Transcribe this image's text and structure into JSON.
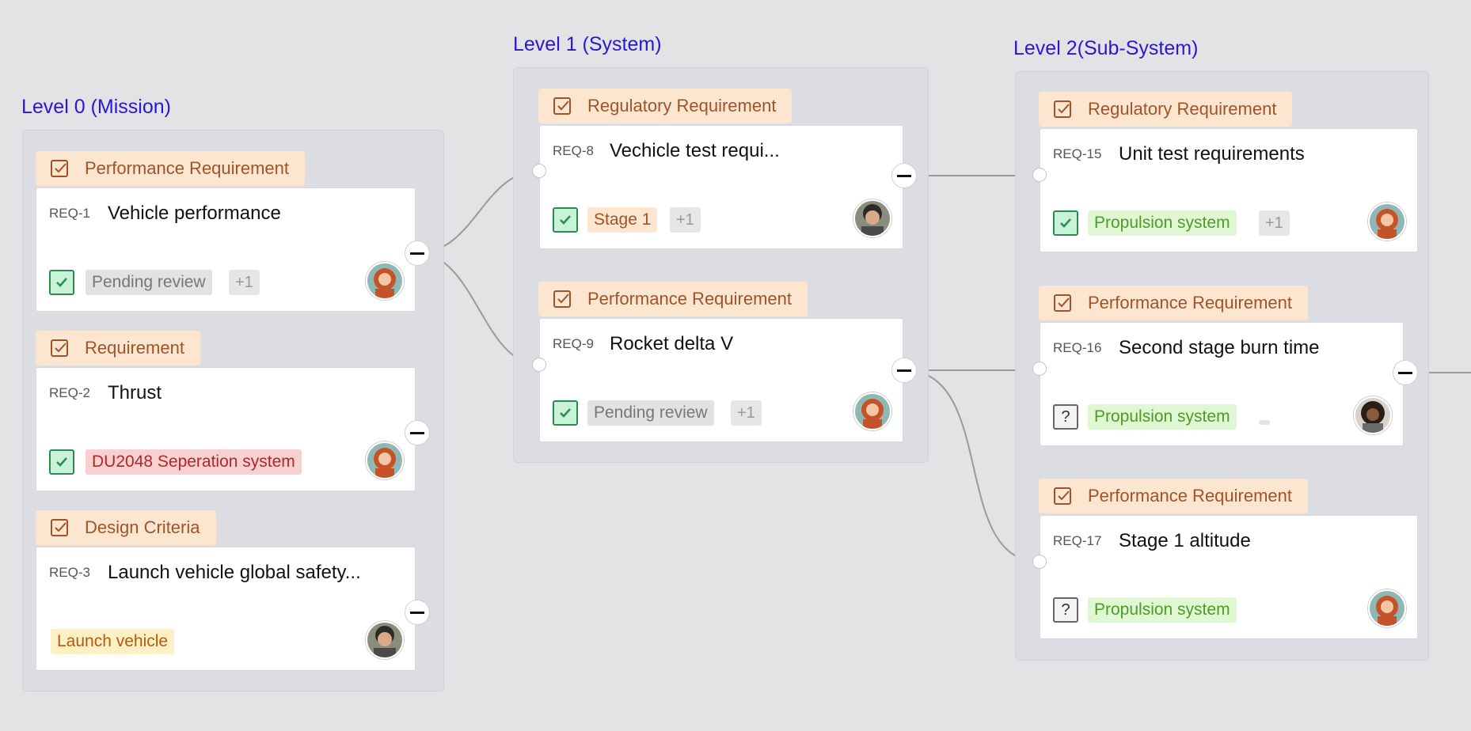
{
  "levels": [
    {
      "title": "Level 0 (Mission)"
    },
    {
      "title": "Level 1 (System)"
    },
    {
      "title": "Level 2(Sub-System)"
    }
  ],
  "cards": {
    "req1": {
      "type": "Performance Requirement",
      "id": "REQ-1",
      "title": "Vehicle performance",
      "status": "approved",
      "tag": "Pending review",
      "more": "+1",
      "avatar": "woman-red-hair"
    },
    "req2": {
      "type": "Requirement",
      "id": "REQ-2",
      "title": "Thrust",
      "status": "approved",
      "tag": "DU2048 Seperation system",
      "avatar": "woman-red-hair"
    },
    "req3": {
      "type": "Design Criteria",
      "id": "REQ-3",
      "title": "Launch vehicle global safety...",
      "tag": "Launch vehicle",
      "avatar": "man-dark-hair"
    },
    "req8": {
      "type": "Regulatory Requirement",
      "id": "REQ-8",
      "title": "Vechicle test requi...",
      "status": "approved",
      "tag": "Stage 1",
      "more": "+1",
      "avatar": "man-dark-hair"
    },
    "req9": {
      "type": "Performance Requirement",
      "id": "REQ-9",
      "title": "Rocket delta V",
      "status": "approved",
      "tag": "Pending review",
      "more": "+1",
      "avatar": "woman-red-hair"
    },
    "req15": {
      "type": "Regulatory Requirement",
      "id": "REQ-15",
      "title": "Unit test requirements",
      "status": "approved",
      "tag": "Propulsion system",
      "more": "+1",
      "avatar": "woman-red-hair"
    },
    "req16": {
      "type": "Performance Requirement",
      "id": "REQ-16",
      "title": "Second stage burn time",
      "status": "unknown",
      "tag": "Propulsion system",
      "avatar": "woman-curly-hair"
    },
    "req17": {
      "type": "Performance Requirement",
      "id": "REQ-17",
      "title": "Stage 1 altitude",
      "status": "unknown",
      "tag": "Propulsion system",
      "avatar": "woman-red-hair"
    }
  },
  "icons": {
    "type": "checkbox-icon",
    "approved": "check-icon",
    "unknown": "question-icon",
    "collapse": "minus-icon"
  },
  "colors": {
    "level_title": "#2a17d6",
    "type_tab_bg": "#fde6cf",
    "type_tab_text": "#a0532a",
    "edge": "#999999"
  }
}
